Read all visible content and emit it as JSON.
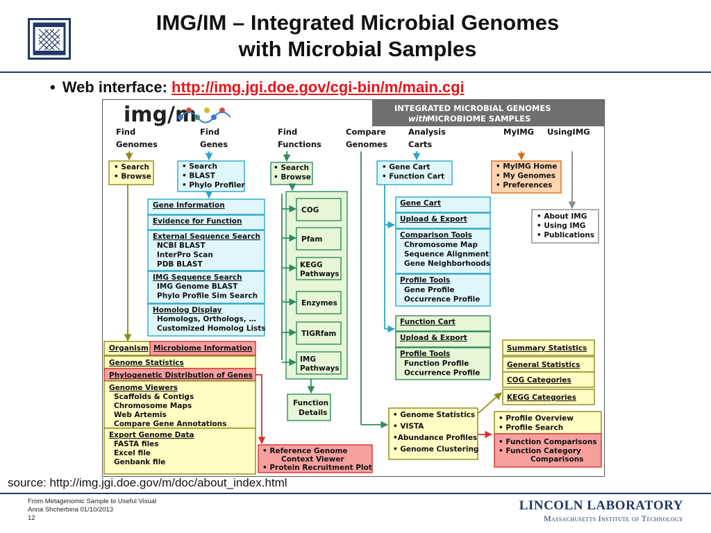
{
  "slide": {
    "title_line1": "IMG/IM – Integrated Microbial Genomes",
    "title_line2": "with Microbial Samples",
    "bullet_label": "Web interface: ",
    "bullet_link": "http://img.jgi.doe.gov/cgi-bin/m/main.cgi",
    "source": "source: http://img.jgi.doe.gov/m/doc/about_index.html",
    "footer_line1": "From Metagenomic Sample to Useful Visual",
    "footer_line2": "Anna Shcherbina 01/10/2013",
    "footer_page": "12",
    "lab_name": "LINCOLN LABORATORY",
    "lab_institute": "Massachusetts Institute of Technology"
  },
  "colors": {
    "navy": "#1f3864",
    "link_red": "#e8141a",
    "yellow_fill": "#fffcc4",
    "yellow_edge": "#8a8a10",
    "cyan_fill": "#dff7fb",
    "cyan_edge": "#2aa6c8",
    "green_fill": "#e6f6d6",
    "green_edge": "#2f8a5e",
    "red_fill": "#f6a0a0",
    "red_edge": "#d8302c",
    "orange_fill": "#fcd4b0",
    "orange_edge": "#e06a1a",
    "gray_edge": "#888888"
  },
  "shot": {
    "logo_text": "img/m",
    "banner_line1": "INTEGRATED MICROBIAL GENOMES",
    "banner_with": "with",
    "banner_line2": " MICROBIOME SAMPLES",
    "nav": [
      {
        "line1": "Find",
        "line2": "Genomes"
      },
      {
        "line1": "Find",
        "line2": "Genes"
      },
      {
        "line1": "Find",
        "line2": "Functions"
      },
      {
        "line1": "Compare",
        "line2": "Genomes"
      },
      {
        "line1": "Analysis",
        "line2": "Carts"
      },
      {
        "line1": "MyIMG",
        "line2": ""
      },
      {
        "line1": "UsingIMG",
        "line2": ""
      }
    ],
    "find_genomes": [
      "• Search",
      "• Browse"
    ],
    "find_genes": [
      "• Search",
      "• BLAST",
      "• Phylo Profiler"
    ],
    "find_functions": [
      "• Search",
      "• Browse"
    ],
    "analysis_carts": [
      "• Gene Cart",
      "• Function Cart"
    ],
    "myimg": [
      "• MyIMG Home",
      "• My Genomes",
      "• Preferences"
    ],
    "usingimg": [
      "• About IMG",
      "• Using IMG",
      "• Publications"
    ],
    "gene_sections": [
      {
        "head": "Gene Information",
        "items": []
      },
      {
        "head": "Evidence for Function",
        "items": []
      },
      {
        "head": "External Sequence Search",
        "items": [
          "NCBI BLAST",
          "InterPro Scan",
          "PDB BLAST"
        ]
      },
      {
        "head": "IMG Sequence Search",
        "items": [
          "IMG Genome BLAST",
          "Phylo Profile Sim Search"
        ]
      },
      {
        "head": "Homolog Display",
        "items": [
          "Homologs, Orthologs, …",
          "Customized Homolog Lists"
        ]
      }
    ],
    "function_items": [
      "COG",
      "Pfam",
      "KEGG|Pathways",
      "Enzymes",
      "TIGRfam",
      "IMG|Pathways"
    ],
    "function_details": [
      "Function",
      "Details"
    ],
    "gene_cart": [
      {
        "head": "Gene Cart",
        "items": []
      },
      {
        "head": "Upload & Export",
        "items": []
      },
      {
        "head": "Comparison Tools",
        "items": [
          "Chromosome Map",
          "Sequence Alignment",
          "Gene Neighborhoods"
        ]
      },
      {
        "head": "Profile Tools",
        "items": [
          "Gene Profile",
          "Occurrence Profile"
        ]
      }
    ],
    "function_cart": [
      {
        "head": "Function Cart",
        "items": []
      },
      {
        "head": "Upload & Export",
        "items": []
      },
      {
        "head": "Profile Tools",
        "items": [
          "Function Profile",
          "Occurrence Profile"
        ]
      }
    ],
    "organism_tab": "Organism",
    "microbiome_tab": "Microbiome  Information",
    "organism_sections": [
      {
        "head": "Genome Statistics",
        "items": []
      },
      {
        "head": "Phylogenetic Distribution of Genes",
        "items": []
      },
      {
        "head": "Genome Viewers",
        "items": [
          "Scaffolds & Contigs",
          "Chromosome Maps",
          "Web Artemis",
          "Compare Gene Annotations"
        ]
      },
      {
        "head": "Export Genome Data",
        "items": [
          "FASTA files",
          "Excel file",
          "Genbank file"
        ]
      }
    ],
    "reference_genome": [
      "• Reference Genome",
      "Context Viewer",
      "• Protein Recruitment Plot"
    ],
    "compare_genomes": [
      "• Genome Statistics",
      "• VISTA",
      "•Abundance Profiles",
      "• Genome Clustering"
    ],
    "statistics": [
      "Summary Statistics",
      "General Statistics",
      "COG Categories",
      "KEGG Categories"
    ],
    "profiles": [
      "• Profile Overview",
      "• Profile Search"
    ],
    "function_compare": [
      "• Function Comparisons",
      "• Function Category",
      "Comparisons"
    ]
  }
}
